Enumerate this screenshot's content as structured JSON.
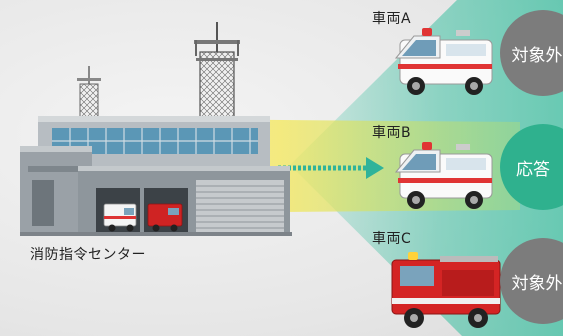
{
  "center": {
    "label": "消防指令センター"
  },
  "vehicles": [
    {
      "label": "車両A",
      "status": "対象外",
      "status_color": "#7c7c7c"
    },
    {
      "label": "車両B",
      "status": "応答",
      "status_color": "#2fb18e"
    },
    {
      "label": "車両C",
      "status": "対象外",
      "status_color": "#7c7c7c"
    }
  ],
  "colors": {
    "beam_teal": "#3fc0a2",
    "beam_yellow": "#f5e74e",
    "arrow": "#2fb39a"
  }
}
